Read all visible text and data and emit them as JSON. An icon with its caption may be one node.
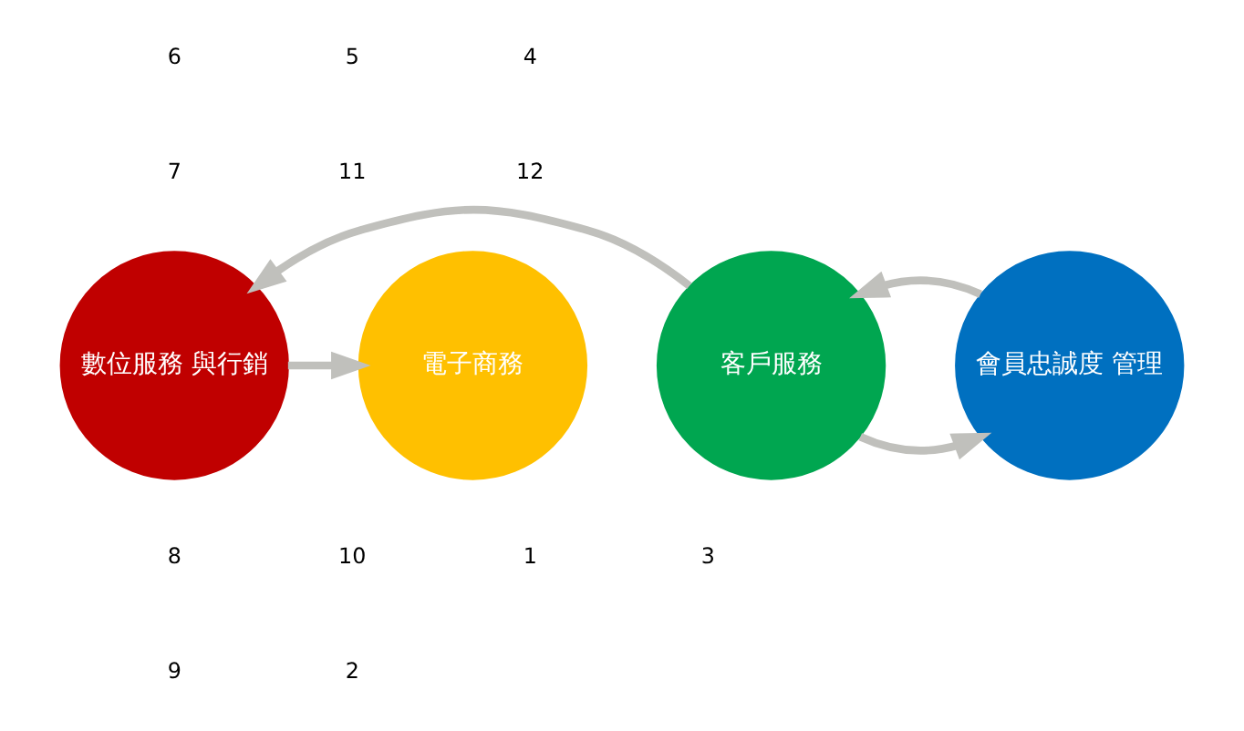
{
  "diagram": {
    "nodes": [
      {
        "text": [
          "數位服務 與行銷"
        ]
      },
      {
        "text": [
          "電子商務"
        ]
      },
      {
        "text": [
          "客戶服務"
        ]
      },
      {
        "text": [
          "會員忠誠度 管理"
        ]
      }
    ],
    "edges": [
      {
        "from": 0,
        "to": 1,
        "arrow": "to"
      },
      {
        "from": 2,
        "to": 3,
        "arrow": "to"
      },
      {
        "from": 3,
        "to": 2,
        "arrow": "to"
      },
      {
        "from": 2,
        "to": 0,
        "arrow": "to"
      }
    ],
    "labels": [
      "6",
      "5",
      "4",
      "7",
      "11",
      "12",
      "8",
      "10",
      "1",
      "3",
      "9",
      "2"
    ]
  }
}
